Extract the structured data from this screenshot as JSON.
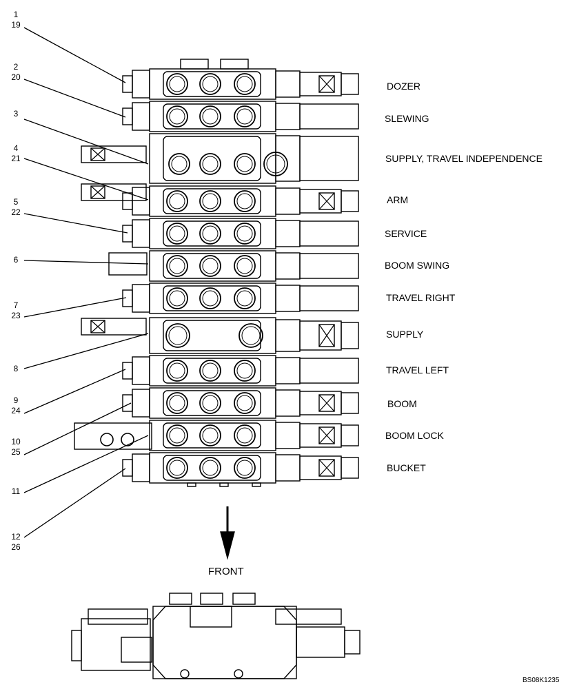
{
  "labels": [
    "DOZER",
    "SLEWING",
    "SUPPLY, TRAVEL INDEPENDENCE",
    "ARM",
    "SERVICE",
    "BOOM SWING",
    "TRAVEL RIGHT",
    "SUPPLY",
    "TRAVEL LEFT",
    "BOOM",
    "BOOM LOCK",
    "BUCKET"
  ],
  "callouts": [
    {
      "a": "1",
      "b": "19"
    },
    {
      "a": "2",
      "b": "20"
    },
    {
      "a": "3",
      "b": ""
    },
    {
      "a": "4",
      "b": "21"
    },
    {
      "a": "5",
      "b": "22"
    },
    {
      "a": "6",
      "b": ""
    },
    {
      "a": "7",
      "b": "23"
    },
    {
      "a": "8",
      "b": ""
    },
    {
      "a": "9",
      "b": "24"
    },
    {
      "a": "10",
      "b": "25"
    },
    {
      "a": "11",
      "b": ""
    },
    {
      "a": "12",
      "b": "26"
    }
  ],
  "front_label": "FRONT",
  "figure_code": "BS08K1235",
  "colors": {
    "line": "#000000",
    "background": "#ffffff"
  }
}
